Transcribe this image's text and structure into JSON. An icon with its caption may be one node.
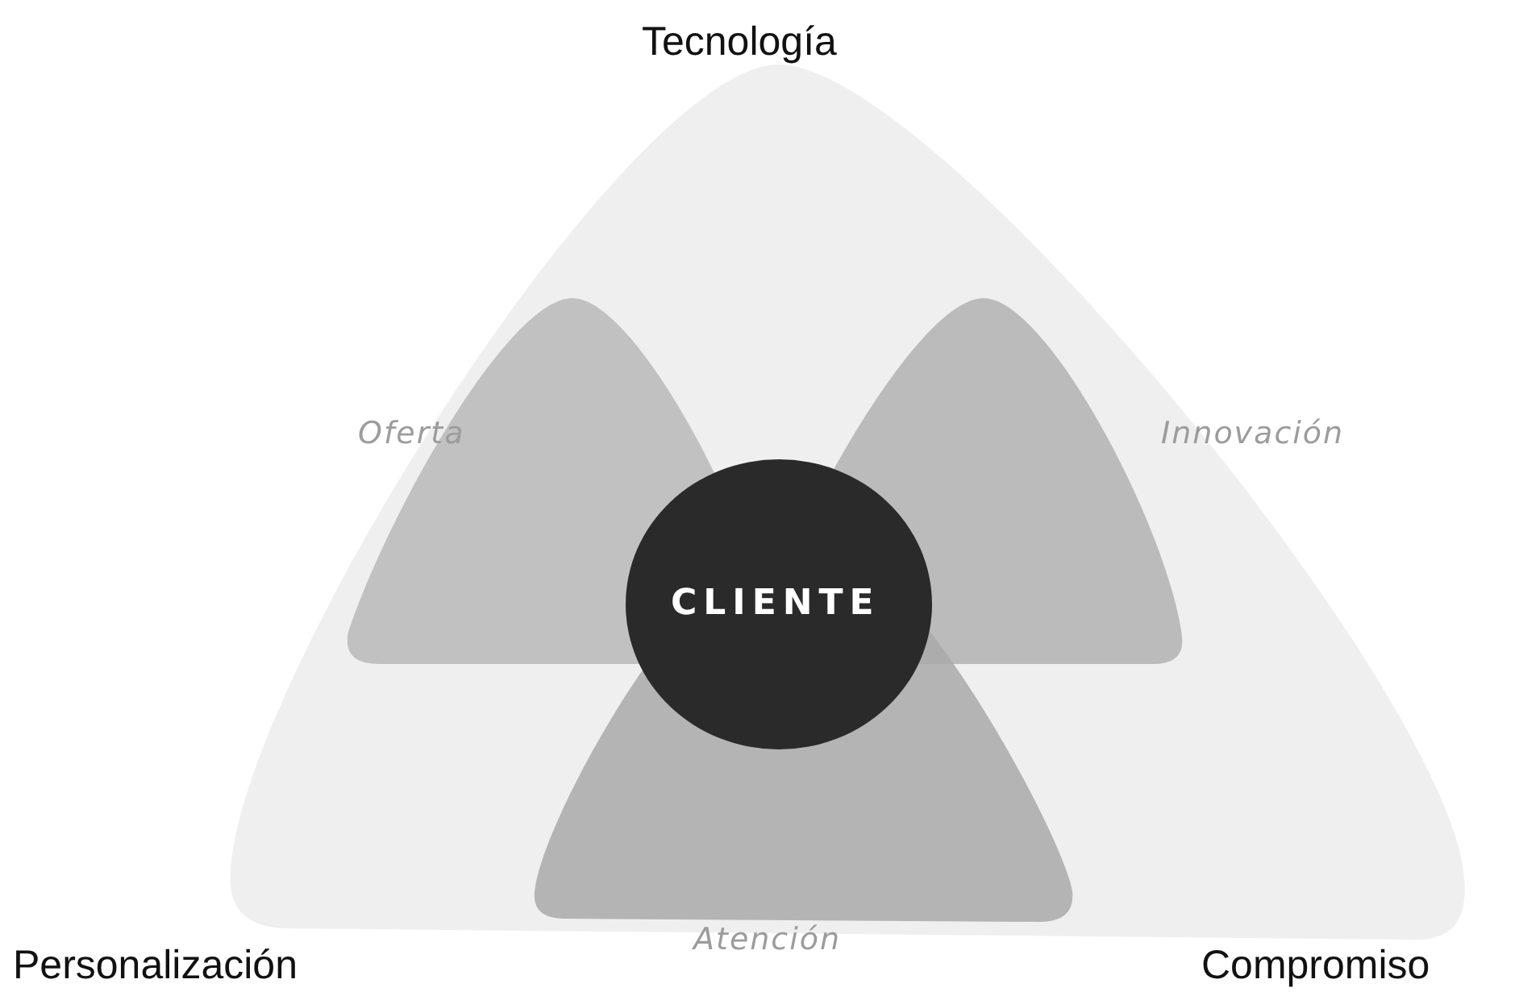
{
  "diagram": {
    "nodes": [
      {
        "text": [],
        "shape": "triangle"
      },
      {
        "text": [
          "Oferta"
        ],
        "in": 0
      },
      {
        "text": [
          "Innovación"
        ],
        "in": 0
      },
      {
        "text": [
          "Atención"
        ],
        "in": 0
      },
      {
        "text": [
          "CLIENTE"
        ],
        "in": 0
      }
    ],
    "labels": [
      "Tecnología",
      "Personalización",
      "Compromiso"
    ]
  }
}
